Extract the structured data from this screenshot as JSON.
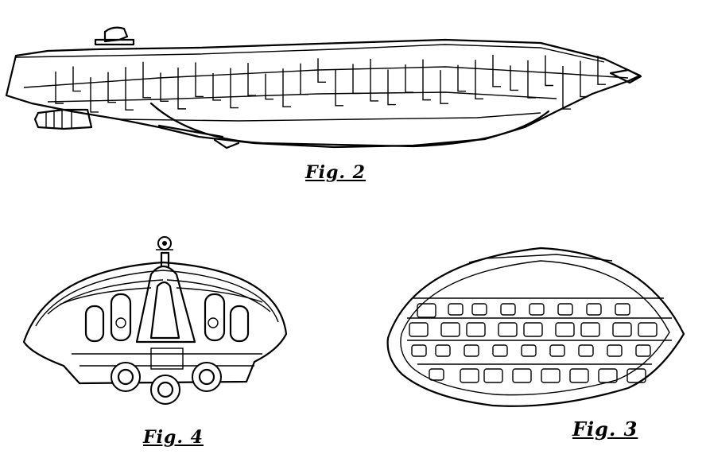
{
  "figures": {
    "fig2": {
      "label": "Fig. 2",
      "subject": "ship-side-view"
    },
    "fig4": {
      "label": "Fig. 4",
      "subject": "ship-rear-view"
    },
    "fig3": {
      "label": "Fig. 3",
      "subject": "ship-cross-section"
    }
  },
  "colors": {
    "ink": "#000000",
    "paper": "#ffffff"
  }
}
